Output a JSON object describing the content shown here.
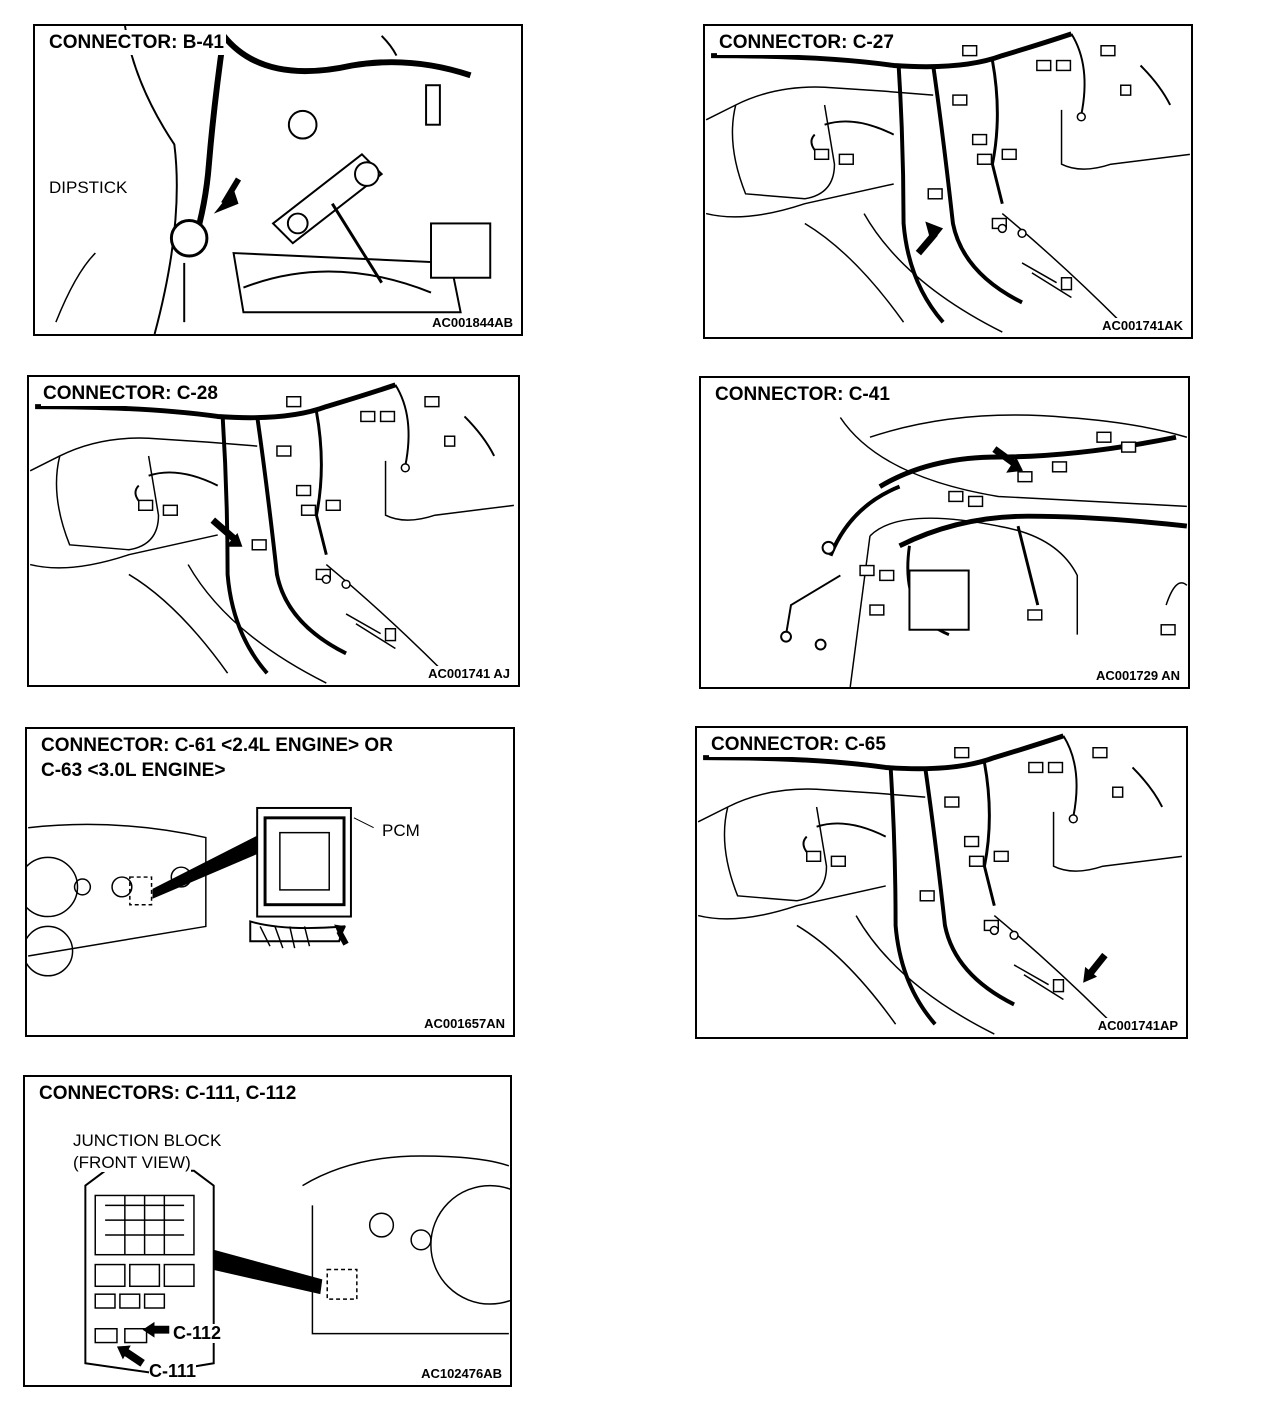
{
  "panels": [
    {
      "id": "b41",
      "title": "CONNECTOR: B-41",
      "code": "AC001844AB",
      "labels": {
        "dipstick": "DIPSTICK"
      }
    },
    {
      "id": "c27",
      "title": "CONNECTOR: C-27",
      "code": "AC001741AK"
    },
    {
      "id": "c28",
      "title": "CONNECTOR: C-28",
      "code": "AC001741 AJ"
    },
    {
      "id": "c41",
      "title": "CONNECTOR: C-41",
      "code": "AC001729 AN"
    },
    {
      "id": "c61",
      "title_line1": "CONNECTOR: C-61 <2.4L ENGINE> OR",
      "title_line2": "C-63 <3.0L ENGINE>",
      "code": "AC001657AN",
      "labels": {
        "pcm": "PCM"
      }
    },
    {
      "id": "c65",
      "title": "CONNECTOR: C-65",
      "code": "AC001741AP"
    },
    {
      "id": "c111",
      "title": "CONNECTORS: C-111, C-112",
      "code": "AC102476AB",
      "labels": {
        "jb_line1": "JUNCTION BLOCK",
        "jb_line2": "(FRONT VIEW)",
        "c112": "C-112",
        "c111": "C-111"
      }
    }
  ]
}
